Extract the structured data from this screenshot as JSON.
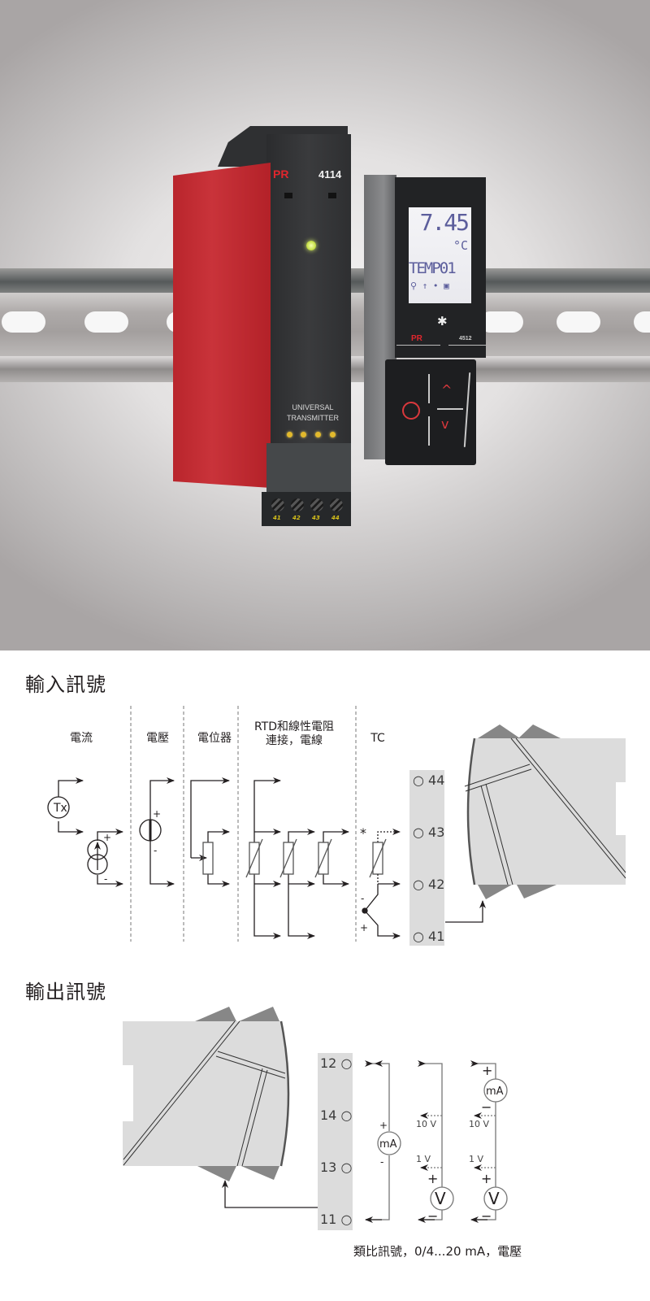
{
  "photo": {
    "transmitter": {
      "brand": "PR",
      "model": "4114",
      "label_line1": "UNIVERSAL",
      "label_line2": "TRANSMITTER",
      "terminals": [
        "41",
        "42",
        "43",
        "44"
      ]
    },
    "display": {
      "brand": "PR",
      "model": "4512",
      "value": "7.45",
      "unit": "°C",
      "tag": "TEMP01",
      "status_icons": "⚲ ↑ • ▣",
      "bluetooth_icon": "✱",
      "key_enter": "○",
      "key_up": "^",
      "key_down": "v"
    }
  },
  "input_section": {
    "title": "輸入訊號",
    "categories": [
      {
        "id": "current",
        "label": "電流"
      },
      {
        "id": "voltage",
        "label": "電壓"
      },
      {
        "id": "potentiometer",
        "label": "電位器"
      },
      {
        "id": "rtd",
        "label_line1": "RTD和線性電阻",
        "label_line2": "連接，電線"
      },
      {
        "id": "tc",
        "label": "TC"
      }
    ],
    "symbols": {
      "tx": "Tx",
      "plus": "+",
      "minus": "-",
      "star": "*"
    },
    "terminals": [
      {
        "label": "44"
      },
      {
        "label": "43"
      },
      {
        "label": "42"
      },
      {
        "label": "41"
      }
    ]
  },
  "output_section": {
    "title": "輸出訊號",
    "terminals": [
      {
        "label": "12"
      },
      {
        "label": "14"
      },
      {
        "label": "13"
      },
      {
        "label": "11"
      }
    ],
    "symbols": {
      "ma": "mA",
      "v": "V",
      "plus": "+",
      "minus": "-",
      "v10": "10 V",
      "v1": "1 V"
    },
    "caption": "類比訊號，0/4...20 mA，電壓"
  }
}
